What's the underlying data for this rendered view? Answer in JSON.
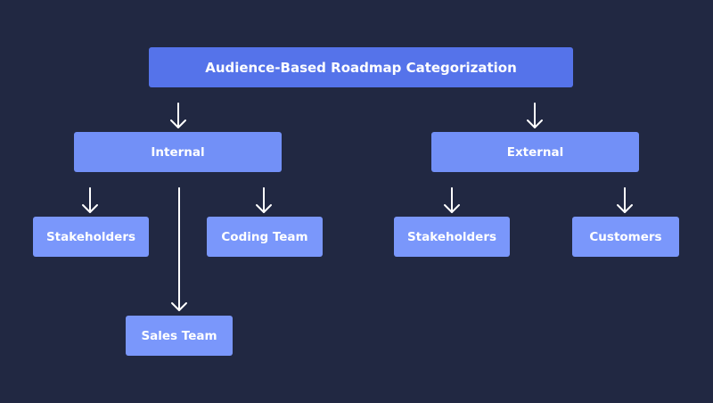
{
  "diagram": {
    "root": {
      "label": "Audience-Based Roadmap Categorization"
    },
    "internal": {
      "label": "Internal",
      "children": [
        "Stakeholders",
        "Coding Team",
        "Sales Team"
      ]
    },
    "external": {
      "label": "External",
      "children": [
        "Stakeholders",
        "Customers"
      ]
    }
  },
  "colors": {
    "background": "#212842",
    "root_fill": "#5573ea",
    "level1_fill": "#7290f7",
    "level2_fill": "#7a97fb",
    "arrow": "#ffffff",
    "text": "#ffffff"
  }
}
